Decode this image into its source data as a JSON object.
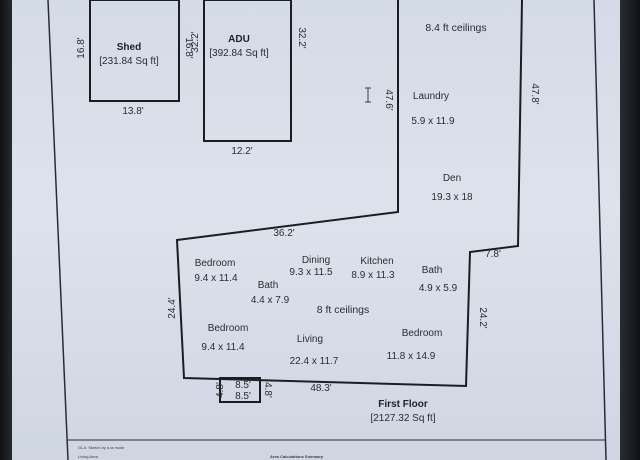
{
  "floor_plan": {
    "outbuildings": {
      "shed": {
        "name": "Shed",
        "area": "[231.84 Sq ft]",
        "width": "13.8'",
        "depth": "16.8'",
        "depth_inner": "16.8'"
      },
      "adu": {
        "name": "ADU",
        "area": "[392.84 Sq ft]",
        "width": "12.2'",
        "depth": "32.2'",
        "depth_inner": "32.2'"
      }
    },
    "upper_section": {
      "ceiling_note": "8.4 ft ceilings",
      "left_wall": "47.6'",
      "right_wall": "47.8'",
      "laundry": {
        "name": "Laundry",
        "size": "5.9 x 11.9"
      },
      "den": {
        "name": "Den",
        "size": "19.3 x 18"
      },
      "step_width": "36.2'",
      "step_right": "7.8'"
    },
    "first_floor": {
      "ceiling_note": "8 ft ceilings",
      "left_wall": "24.4'",
      "right_wall": "24.2'",
      "bottom_wall": "48.3'",
      "title": "First Floor",
      "area": "[2127.32 Sq ft]",
      "rooms": {
        "bedroom_1": {
          "name": "Bedroom",
          "size": "9.4 x 11.4"
        },
        "dining": {
          "name": "Dining",
          "size": "9.3 x 11.5"
        },
        "kitchen": {
          "name": "Kitchen",
          "size": "8.9 x 11.3"
        },
        "bath_1": {
          "name": "Bath",
          "size": "4.4 x 7.9"
        },
        "bath_2": {
          "name": "Bath",
          "size": "4.9 x 5.9"
        },
        "bedroom_2": {
          "name": "Bedroom",
          "size": "9.4 x 11.4"
        },
        "living": {
          "name": "Living",
          "size": "22.4 x 11.7"
        },
        "bedroom_3": {
          "name": "Bedroom",
          "size": "11.8 x 14.9"
        }
      },
      "porch": {
        "dim_1": "8.5'",
        "dim_2": "8.5'",
        "dim_3": "4.8'",
        "dim_4": "4.8'"
      }
    },
    "footer": {
      "credit": "GLA: Sketch by a la mode",
      "summary": "Area Calculations Summary",
      "living_area": "Living Area"
    }
  }
}
